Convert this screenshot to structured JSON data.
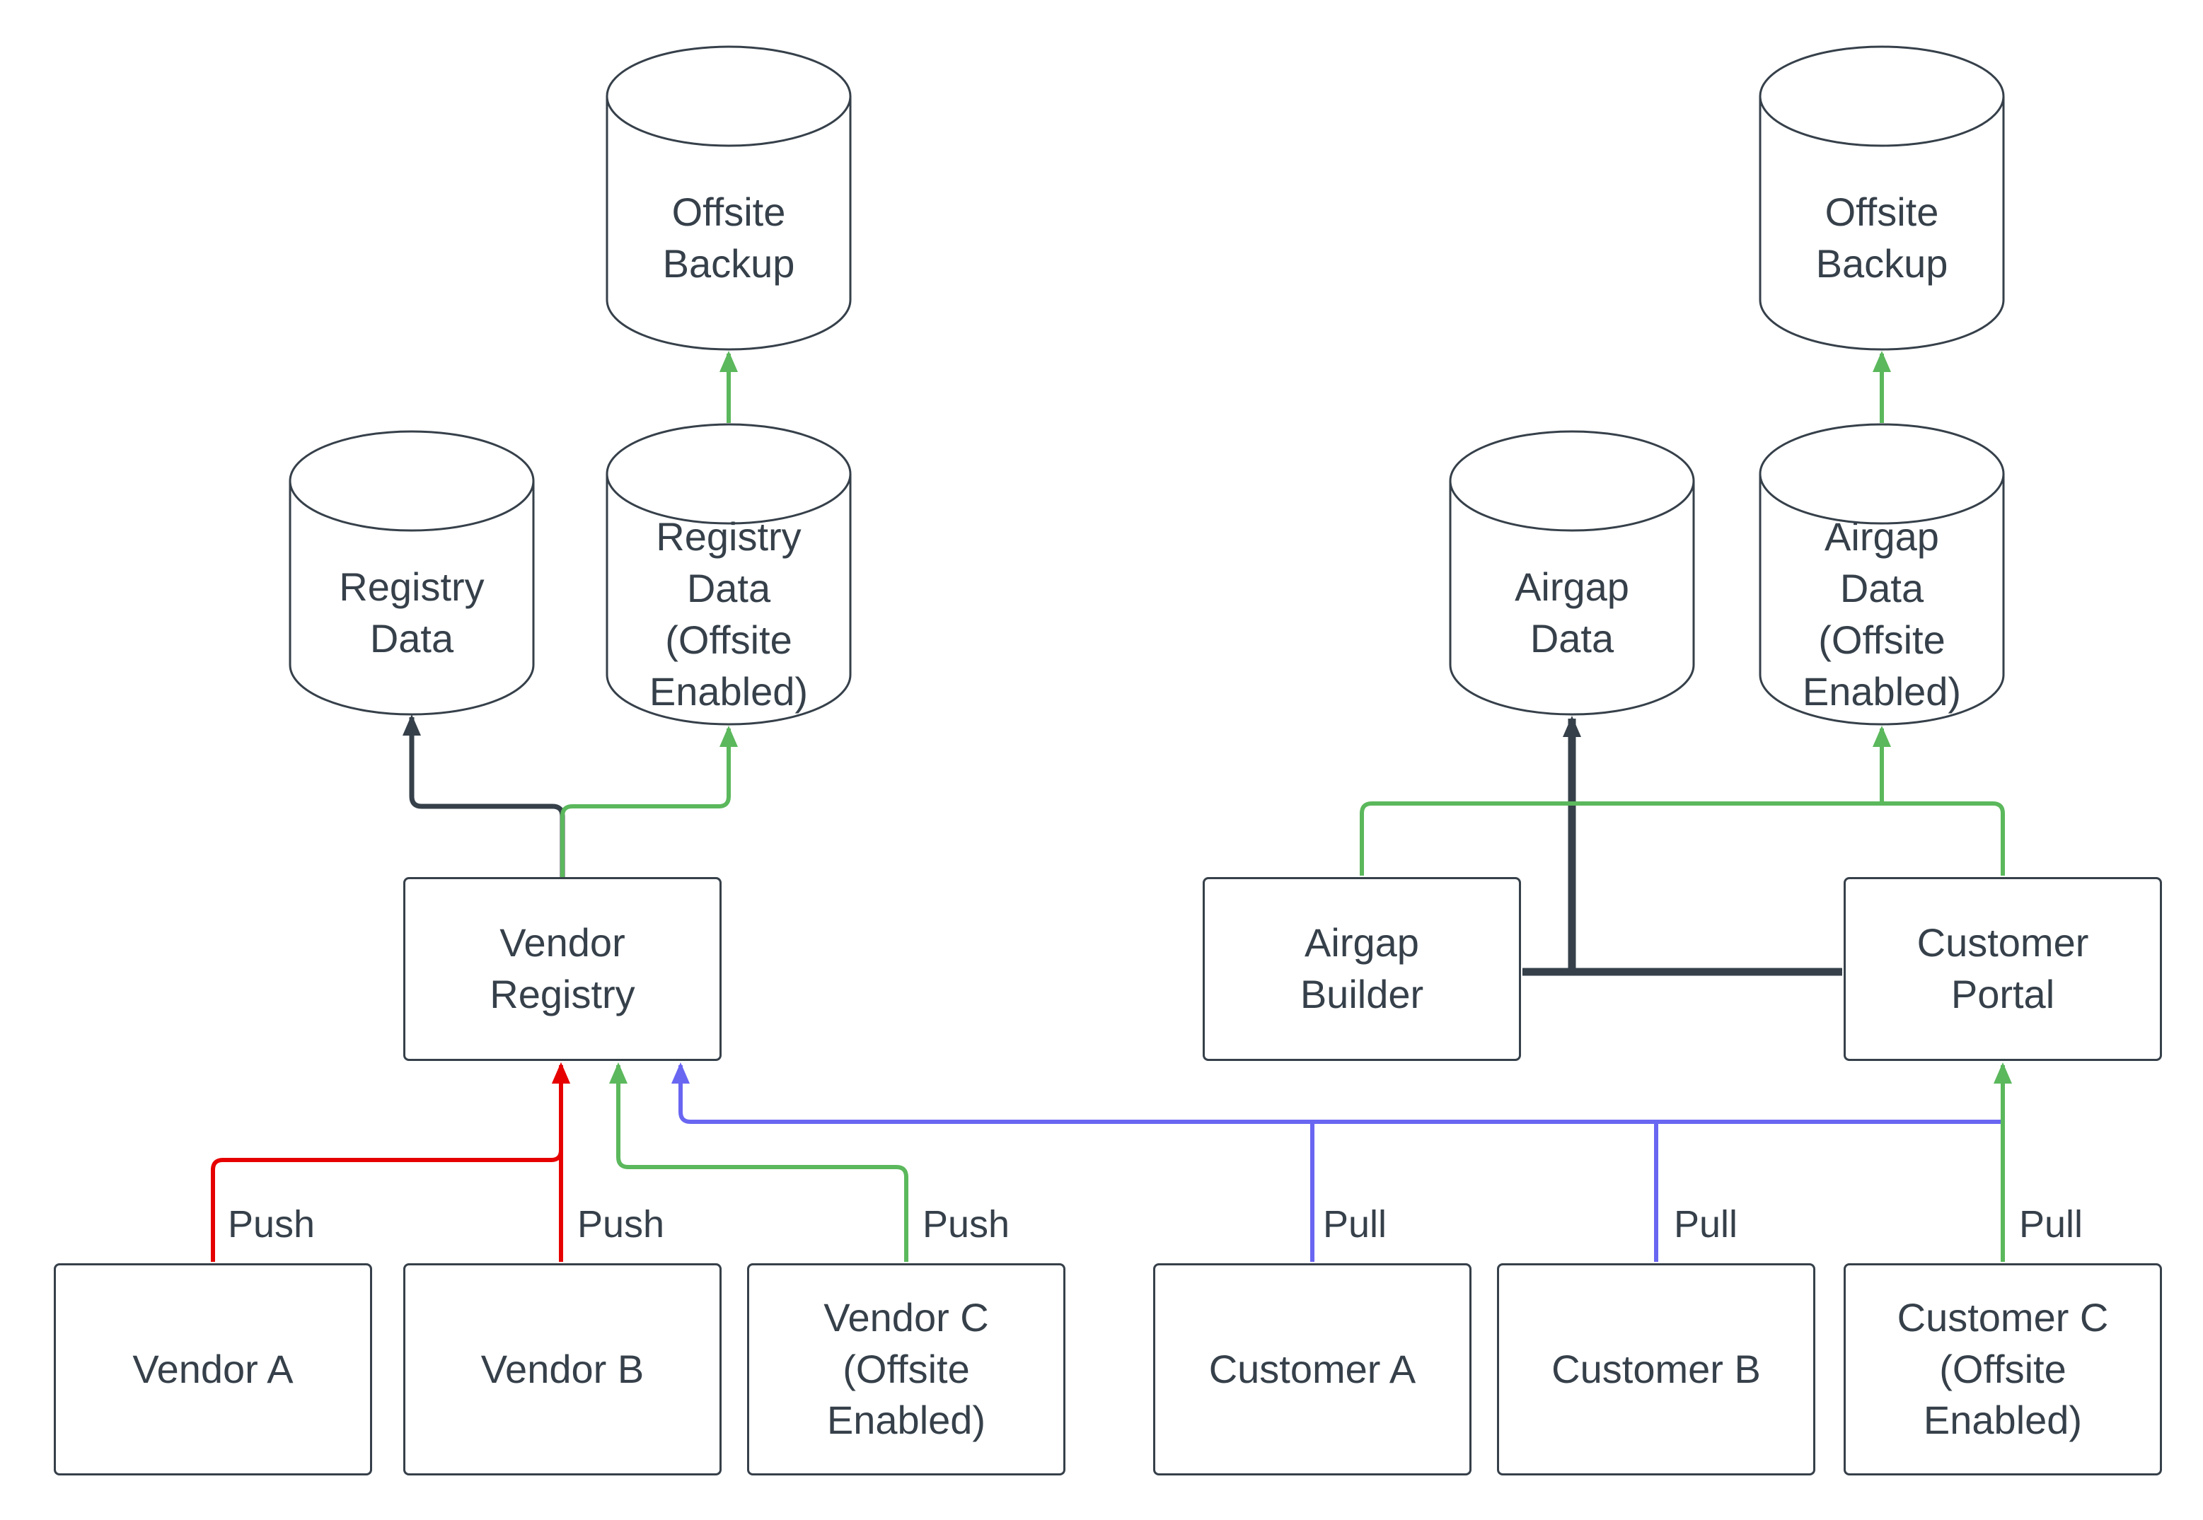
{
  "diagram": {
    "background": "#ffffff",
    "colors": {
      "push_color": "#e60000",
      "pull_color": "#6966f2",
      "offsite_color": "#5bb85c",
      "data_flow_color": "#36404a",
      "node_border": "#36404a",
      "text": "#36404a"
    },
    "nodes": {
      "offsite_backup_left": {
        "label": "Offsite\nBackup",
        "shape": "cylinder"
      },
      "registry_data": {
        "label": "Registry\nData",
        "shape": "cylinder"
      },
      "registry_data_offsite": {
        "label": "Registry\nData\n(Offsite\nEnabled)",
        "shape": "cylinder"
      },
      "vendor_registry": {
        "label": "Vendor\nRegistry",
        "shape": "rect"
      },
      "vendor_a": {
        "label": "Vendor A",
        "shape": "rect"
      },
      "vendor_b": {
        "label": "Vendor B",
        "shape": "rect"
      },
      "vendor_c": {
        "label": "Vendor C\n(Offsite\nEnabled)",
        "shape": "rect"
      },
      "offsite_backup_right": {
        "label": "Offsite\nBackup",
        "shape": "cylinder"
      },
      "airgap_data": {
        "label": "Airgap\nData",
        "shape": "cylinder"
      },
      "airgap_data_offsite": {
        "label": "Airgap\nData\n(Offsite\nEnabled)",
        "shape": "cylinder"
      },
      "airgap_builder": {
        "label": "Airgap\nBuilder",
        "shape": "rect"
      },
      "customer_portal": {
        "label": "Customer\nPortal",
        "shape": "rect"
      },
      "customer_a": {
        "label": "Customer A",
        "shape": "rect"
      },
      "customer_b": {
        "label": "Customer B",
        "shape": "rect"
      },
      "customer_c": {
        "label": "Customer C\n(Offsite\nEnabled)",
        "shape": "rect"
      }
    },
    "edges": [
      {
        "from": "Vendor A",
        "to": "Vendor Registry",
        "label": "Push",
        "color": "#e60000"
      },
      {
        "from": "Vendor B",
        "to": "Vendor Registry",
        "label": "Push",
        "color": "#e60000"
      },
      {
        "from": "Vendor C (Offsite Enabled)",
        "to": "Vendor Registry",
        "label": "Push",
        "color": "#5bb85c"
      },
      {
        "from": "Customer A",
        "to": "Vendor Registry",
        "label": "Pull",
        "color": "#6966f2"
      },
      {
        "from": "Customer B",
        "to": "Vendor Registry",
        "label": "Pull",
        "color": "#6966f2"
      },
      {
        "from": "Customer C (Offsite Enabled)",
        "to": "Customer Portal",
        "label": "Pull",
        "color": "#5bb85c"
      },
      {
        "from": "Vendor Registry",
        "to": "Registry Data",
        "label": "",
        "color": "#36404a"
      },
      {
        "from": "Vendor Registry",
        "to": "Registry Data (Offsite Enabled)",
        "label": "",
        "color": "#5bb85c"
      },
      {
        "from": "Registry Data (Offsite Enabled)",
        "to": "Offsite Backup",
        "label": "",
        "color": "#5bb85c"
      },
      {
        "from": "Customer Portal",
        "to": "Airgap Builder",
        "label": "",
        "color": "#36404a"
      },
      {
        "from": "Customer Portal",
        "to": "Airgap Data",
        "label": "",
        "color": "#36404a"
      },
      {
        "from": "Airgap Builder",
        "to": "Airgap Data (Offsite Enabled)",
        "label": "",
        "color": "#5bb85c"
      },
      {
        "from": "Customer Portal",
        "to": "Airgap Data (Offsite Enabled)",
        "label": "",
        "color": "#5bb85c"
      },
      {
        "from": "Airgap Data (Offsite Enabled)",
        "to": "Offsite Backup",
        "label": "",
        "color": "#5bb85c"
      }
    ]
  }
}
